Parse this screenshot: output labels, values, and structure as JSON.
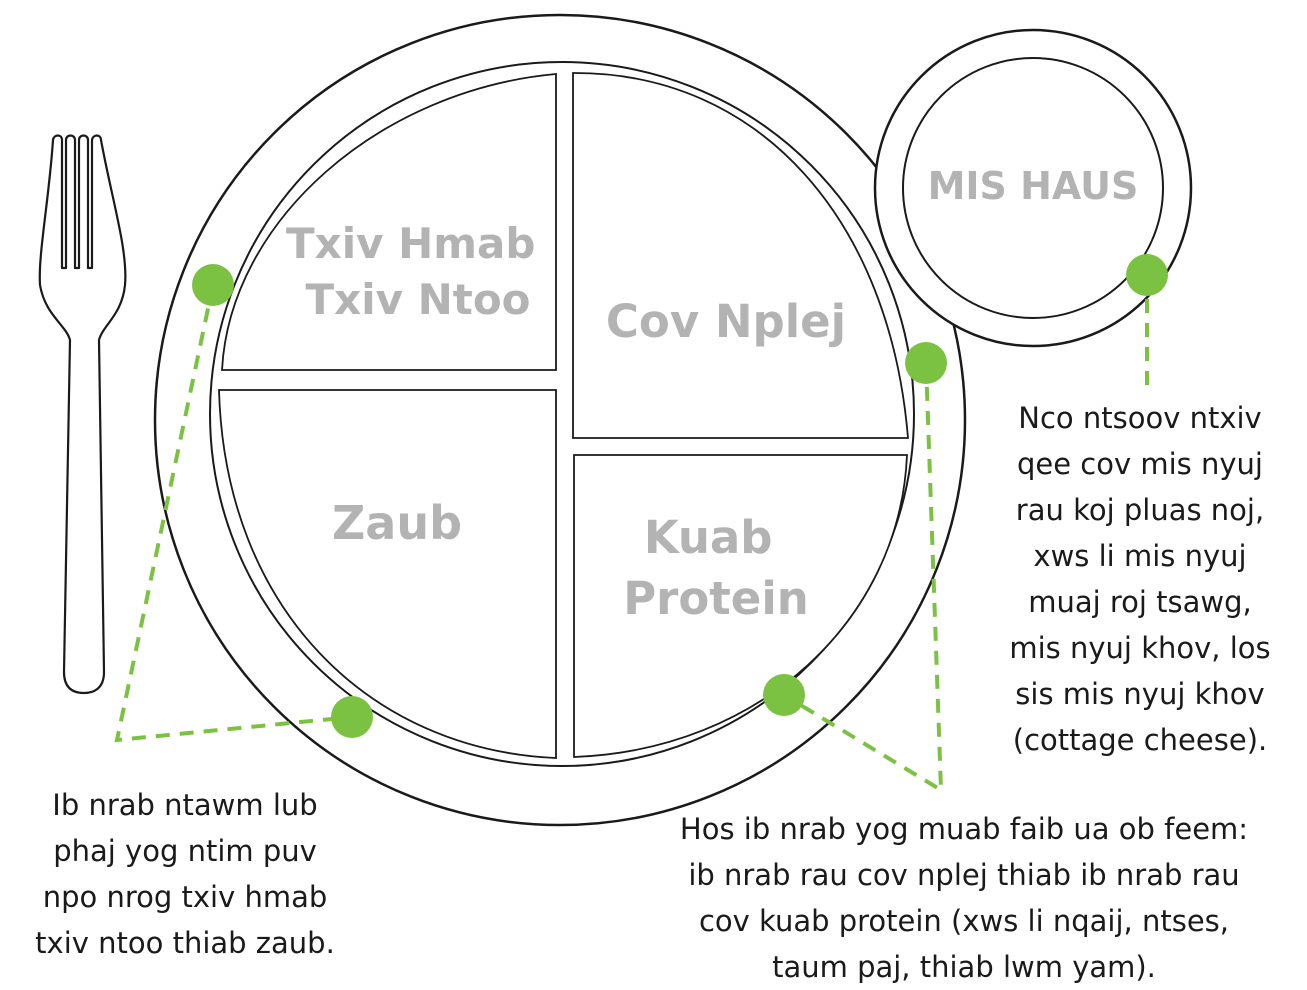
{
  "plate": {
    "sections": {
      "fruits": [
        "Txiv Hmab",
        "Txiv Ntoo"
      ],
      "grains": "Cov Nplej",
      "vegetables": "Zaub",
      "protein": [
        "Kuab",
        "Protein"
      ]
    },
    "dairy_cup_label": "MIS HAUS"
  },
  "notes": {
    "dairy": [
      "Nco ntsoov ntxiv",
      "qee cov mis nyuj",
      "rau koj pluas noj,",
      "xws li mis nyuj",
      "muaj roj tsawg,",
      "mis nyuj khov, los",
      "sis mis nyuj khov",
      "(cottage cheese)."
    ],
    "fruits_vegetables": [
      "Ib nrab ntawm lub",
      "phaj yog ntim puv",
      "npo nrog txiv hmab",
      "txiv ntoo thiab zaub."
    ],
    "grains_protein": [
      "Hos ib nrab yog muab faib ua ob feem:",
      "ib nrab rau cov nplej thiab ib nrab rau",
      "cov kuab protein (xws li nqaij, ntses,",
      "taum paj, thiab lwm yam)."
    ]
  },
  "colors": {
    "accent": "#7cc242",
    "label_gray": "#b3b3b3",
    "line": "#1a1a1a"
  }
}
